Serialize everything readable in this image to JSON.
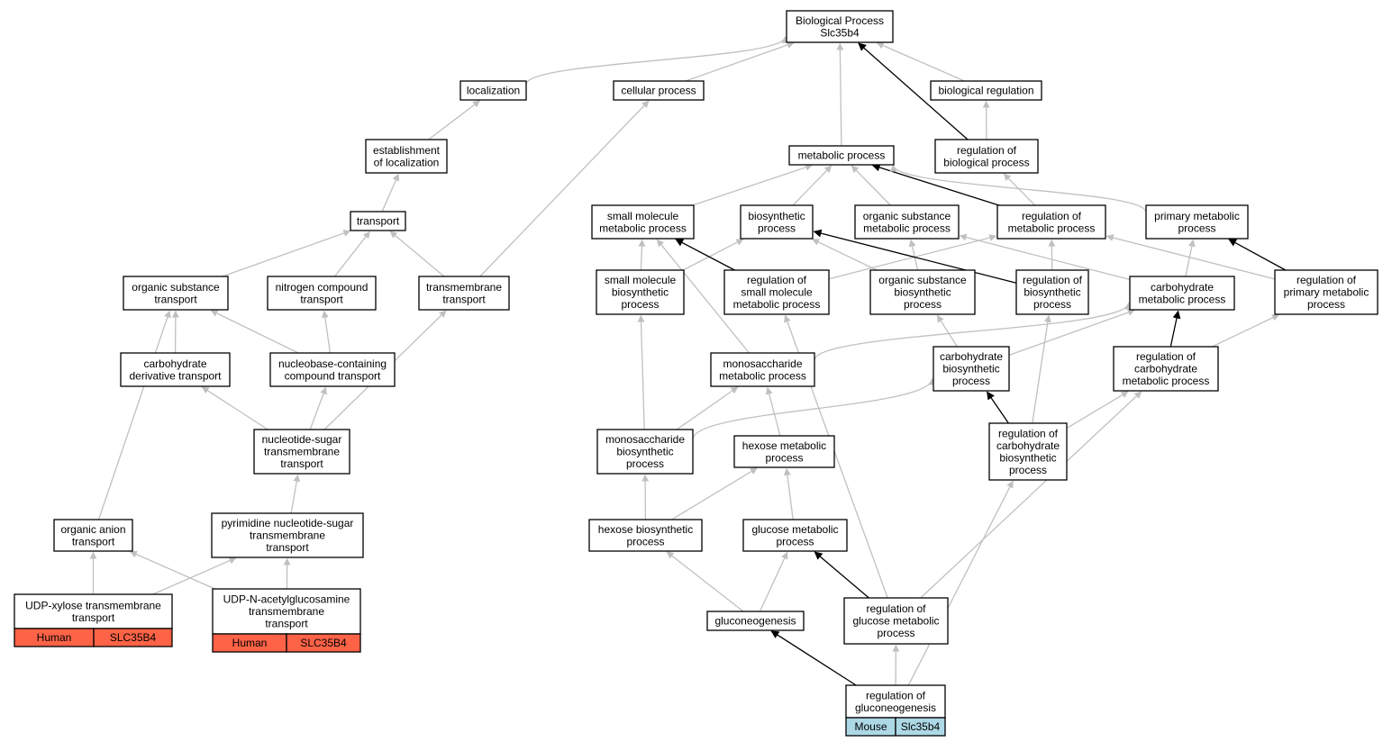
{
  "colors": {
    "edge_grey": "#c0c0c0",
    "edge_black": "#000000",
    "human": "#ff6347",
    "mouse": "#add8e6"
  },
  "nodes": {
    "bp": [
      "Biological Process",
      "Slc35b4"
    ],
    "localization": [
      "localization"
    ],
    "cellular": [
      "cellular process"
    ],
    "bioreg": [
      "biological regulation"
    ],
    "estloc": [
      "establishment",
      "of localization"
    ],
    "metabolic": [
      "metabolic process"
    ],
    "regbio": [
      "regulation of",
      "biological process"
    ],
    "transport": [
      "transport"
    ],
    "smallmol": [
      "small molecule",
      "metabolic process"
    ],
    "biosynth": [
      "biosynthetic",
      "process"
    ],
    "orgsubmet": [
      "organic substance",
      "metabolic process"
    ],
    "regmet": [
      "regulation of",
      "metabolic process"
    ],
    "primmet": [
      "primary metabolic",
      "process"
    ],
    "orgsubtr": [
      "organic substance",
      "transport"
    ],
    "nitrotr": [
      "nitrogen compound",
      "transport"
    ],
    "tmtr": [
      "transmembrane",
      "transport"
    ],
    "smbiosyn": [
      "small molecule",
      "biosynthetic",
      "process"
    ],
    "regsmmet": [
      "regulation of",
      "small molecule",
      "metabolic process"
    ],
    "orgsubbio": [
      "organic substance",
      "biosynthetic",
      "process"
    ],
    "regbiosyn": [
      "regulation of",
      "biosynthetic",
      "process"
    ],
    "carbmet": [
      "carbohydrate",
      "metabolic process"
    ],
    "regprim": [
      "regulation of",
      "primary metabolic",
      "process"
    ],
    "carbderiv": [
      "carbohydrate",
      "derivative transport"
    ],
    "nucleobase": [
      "nucleobase-containing",
      "compound transport"
    ],
    "monomet": [
      "monosaccharide",
      "metabolic process"
    ],
    "carbbio": [
      "carbohydrate",
      "biosynthetic",
      "process"
    ],
    "regcarbmet": [
      "regulation of",
      "carbohydrate",
      "metabolic process"
    ],
    "nucsug": [
      "nucleotide-sugar",
      "transmembrane",
      "transport"
    ],
    "monobio": [
      "monosaccharide",
      "biosynthetic",
      "process"
    ],
    "hexmet": [
      "hexose metabolic",
      "process"
    ],
    "regcarbbio": [
      "regulation of",
      "carbohydrate",
      "biosynthetic",
      "process"
    ],
    "organion": [
      "organic anion",
      "transport"
    ],
    "pyrnuc": [
      "pyrimidine nucleotide-sugar",
      "transmembrane",
      "transport"
    ],
    "hexbio": [
      "hexose biosynthetic",
      "process"
    ],
    "glcmet": [
      "glucose metabolic",
      "process"
    ],
    "udpxyl": [
      "UDP-xylose transmembrane",
      "transport"
    ],
    "udpnac": [
      "UDP-N-acetylglucosamine",
      "transmembrane",
      "transport"
    ],
    "gluconeo": [
      "gluconeogenesis"
    ],
    "regglc": [
      "regulation of",
      "glucose metabolic",
      "process"
    ],
    "reggluconeo": [
      "regulation of",
      "gluconeogenesis"
    ]
  },
  "annotations": {
    "udpxyl": [
      "Human",
      "SLC35B4"
    ],
    "udpnac": [
      "Human",
      "SLC35B4"
    ],
    "reggluconeo": [
      "Mouse",
      "Slc35b4"
    ]
  },
  "edges": [
    [
      "localization",
      "bp",
      "grey"
    ],
    [
      "cellular",
      "bp",
      "grey"
    ],
    [
      "bioreg",
      "bp",
      "grey"
    ],
    [
      "metabolic",
      "bp",
      "grey"
    ],
    [
      "regbio",
      "bp",
      "black"
    ],
    [
      "estloc",
      "localization",
      "grey"
    ],
    [
      "regbio",
      "bioreg",
      "grey"
    ],
    [
      "transport",
      "estloc",
      "grey"
    ],
    [
      "regmet",
      "regbio",
      "grey"
    ],
    [
      "tmtr",
      "cellular",
      "grey"
    ],
    [
      "smallmol",
      "metabolic",
      "grey"
    ],
    [
      "biosynth",
      "metabolic",
      "grey"
    ],
    [
      "orgsubmet",
      "metabolic",
      "grey"
    ],
    [
      "regmet",
      "metabolic",
      "black"
    ],
    [
      "primmet",
      "metabolic",
      "grey"
    ],
    [
      "orgsubtr",
      "transport",
      "grey"
    ],
    [
      "nitrotr",
      "transport",
      "grey"
    ],
    [
      "tmtr",
      "transport",
      "grey"
    ],
    [
      "smbiosyn",
      "smallmol",
      "grey"
    ],
    [
      "smbiosyn",
      "biosynth",
      "grey"
    ],
    [
      "regsmmet",
      "smallmol",
      "black"
    ],
    [
      "regsmmet",
      "regmet",
      "grey"
    ],
    [
      "orgsubbio",
      "biosynth",
      "grey"
    ],
    [
      "orgsubbio",
      "orgsubmet",
      "grey"
    ],
    [
      "regbiosyn",
      "biosynth",
      "black"
    ],
    [
      "regbiosyn",
      "regmet",
      "grey"
    ],
    [
      "carbmet",
      "orgsubmet",
      "grey"
    ],
    [
      "carbmet",
      "primmet",
      "grey"
    ],
    [
      "regprim",
      "regmet",
      "grey"
    ],
    [
      "regprim",
      "primmet",
      "black"
    ],
    [
      "carbderiv",
      "orgsubtr",
      "grey"
    ],
    [
      "nucleobase",
      "orgsubtr",
      "grey"
    ],
    [
      "nucleobase",
      "nitrotr",
      "grey"
    ],
    [
      "monomet",
      "smallmol",
      "grey"
    ],
    [
      "monomet",
      "carbmet",
      "grey"
    ],
    [
      "carbbio",
      "orgsubbio",
      "grey"
    ],
    [
      "carbbio",
      "carbmet",
      "grey"
    ],
    [
      "regcarbmet",
      "carbmet",
      "black"
    ],
    [
      "regcarbmet",
      "regprim",
      "grey"
    ],
    [
      "nucsug",
      "carbderiv",
      "grey"
    ],
    [
      "nucsug",
      "nucleobase",
      "grey"
    ],
    [
      "nucsug",
      "tmtr",
      "grey"
    ],
    [
      "monobio",
      "smbiosyn",
      "grey"
    ],
    [
      "monobio",
      "monomet",
      "grey"
    ],
    [
      "monobio",
      "carbbio",
      "grey"
    ],
    [
      "hexmet",
      "monomet",
      "grey"
    ],
    [
      "regcarbbio",
      "regbiosyn",
      "grey"
    ],
    [
      "regcarbbio",
      "carbbio",
      "black"
    ],
    [
      "regcarbbio",
      "regcarbmet",
      "grey"
    ],
    [
      "organion",
      "orgsubtr",
      "grey"
    ],
    [
      "pyrnuc",
      "nucsug",
      "grey"
    ],
    [
      "hexbio",
      "monobio",
      "grey"
    ],
    [
      "hexbio",
      "hexmet",
      "grey"
    ],
    [
      "glcmet",
      "hexmet",
      "grey"
    ],
    [
      "udpxyl",
      "organion",
      "grey"
    ],
    [
      "udpxyl",
      "pyrnuc",
      "grey"
    ],
    [
      "udpnac",
      "organion",
      "grey"
    ],
    [
      "udpnac",
      "pyrnuc",
      "grey"
    ],
    [
      "gluconeo",
      "hexbio",
      "grey"
    ],
    [
      "gluconeo",
      "glcmet",
      "grey"
    ],
    [
      "regglc",
      "glcmet",
      "black"
    ],
    [
      "regglc",
      "regsmmet",
      "grey"
    ],
    [
      "regglc",
      "regcarbmet",
      "grey"
    ],
    [
      "reggluconeo",
      "gluconeo",
      "black"
    ],
    [
      "reggluconeo",
      "regglc",
      "grey"
    ],
    [
      "reggluconeo",
      "regcarbbio",
      "grey"
    ]
  ]
}
